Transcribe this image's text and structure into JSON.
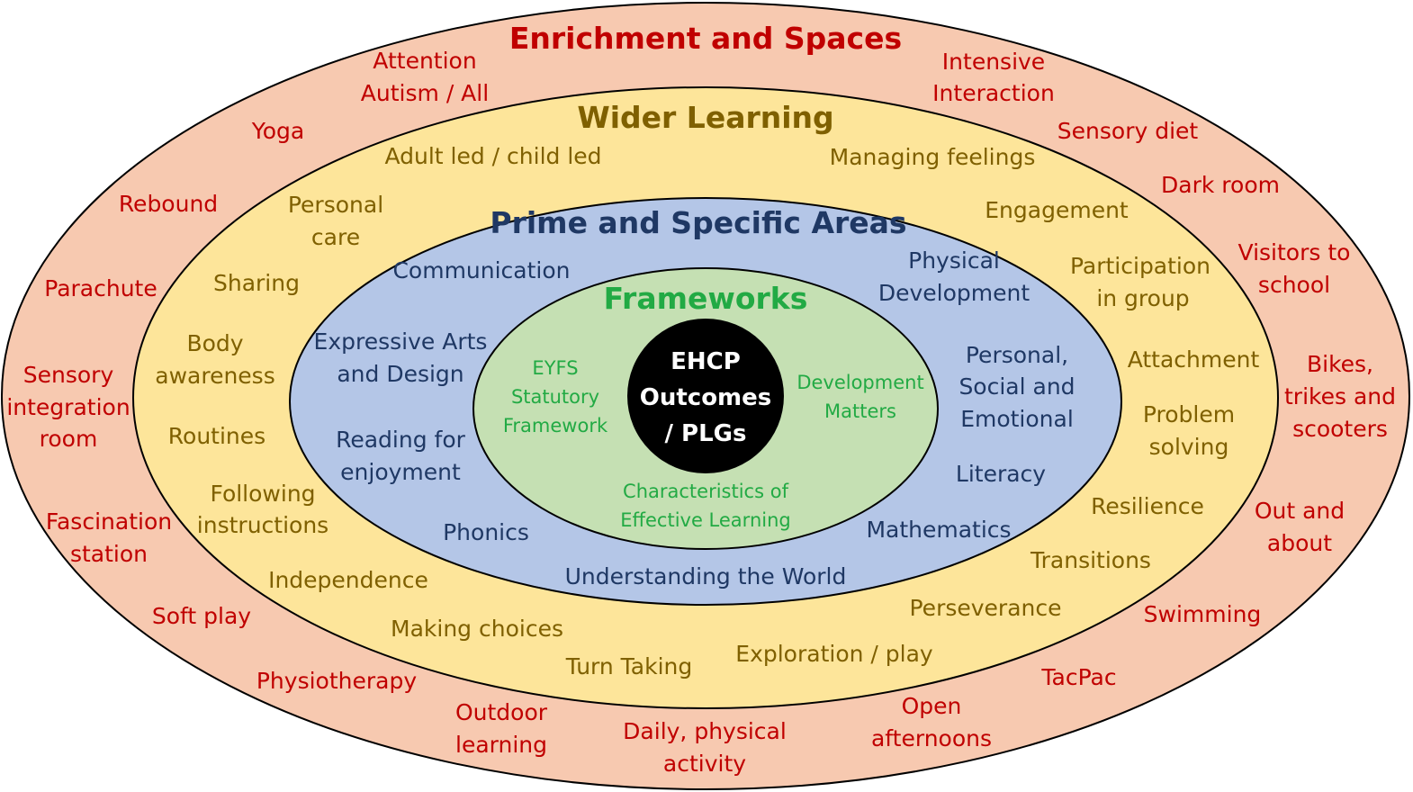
{
  "colors": {
    "outer_fill": "#f7c9b0",
    "wider_fill": "#fde59a",
    "prime_fill": "#b4c6e7",
    "frame_fill": "#c5e0b3",
    "center_fill": "#000000",
    "outer_text": "#c00000",
    "wider_text": "#7f6000",
    "prime_text": "#1f3864",
    "frame_text": "#22aa44",
    "center_text": "#ffffff"
  },
  "titles": {
    "enrichment": "Enrichment and Spaces",
    "wider": "Wider Learning",
    "prime": "Prime and Specific Areas",
    "frameworks": "Frameworks"
  },
  "center": {
    "line1": "EHCP",
    "line2": "Outcomes",
    "line3": "/ PLGs"
  },
  "frameworks": {
    "eyfs": [
      "EYFS",
      "Statutory",
      "Framework"
    ],
    "dev": [
      "Development",
      "Matters"
    ],
    "char": [
      "Characteristics of",
      "Effective Learning"
    ]
  },
  "prime": {
    "communication": "Communication",
    "physical": [
      "Physical",
      "Development"
    ],
    "expressive": [
      "Expressive Arts",
      "and Design"
    ],
    "psed": [
      "Personal,",
      "Social and",
      "Emotional"
    ],
    "reading": [
      "Reading for",
      "enjoyment"
    ],
    "literacy": "Literacy",
    "phonics": "Phonics",
    "maths": "Mathematics",
    "world": "Understanding the World"
  },
  "wider": {
    "adult": "Adult led / child led",
    "feelings": "Managing feelings",
    "personal": [
      "Personal",
      "care"
    ],
    "engagement": "Engagement",
    "sharing": "Sharing",
    "participation": [
      "Participation",
      "in group"
    ],
    "body": [
      "Body",
      "awareness"
    ],
    "attachment": "Attachment",
    "routines": "Routines",
    "problem": [
      "Problem",
      "solving"
    ],
    "following": [
      "Following",
      "instructions"
    ],
    "resilience": "Resilience",
    "independence": "Independence",
    "transitions": "Transitions",
    "perseverance": "Perseverance",
    "choices": "Making choices",
    "exploration": "Exploration / play",
    "turn": "Turn Taking"
  },
  "outer": {
    "attention": [
      "Attention",
      "Autism / All"
    ],
    "intensive": [
      "Intensive",
      "Interaction"
    ],
    "yoga": "Yoga",
    "sensorydiet": "Sensory diet",
    "rebound": "Rebound",
    "darkroom": "Dark room",
    "visitors": [
      "Visitors to",
      "school"
    ],
    "parachute": "Parachute",
    "sensoryroom": [
      "Sensory",
      "integration",
      "room"
    ],
    "bikes": [
      "Bikes,",
      "trikes and",
      "scooters"
    ],
    "fascination": [
      "Fascination",
      "station"
    ],
    "outabout": [
      "Out and",
      "about"
    ],
    "softplay": "Soft play",
    "swimming": "Swimming",
    "physio": "Physiotherapy",
    "tacpac": "TacPac",
    "outdoor": [
      "Outdoor",
      "learning"
    ],
    "open": [
      "Open",
      "afternoons"
    ],
    "daily": [
      "Daily, physical",
      "activity"
    ]
  }
}
